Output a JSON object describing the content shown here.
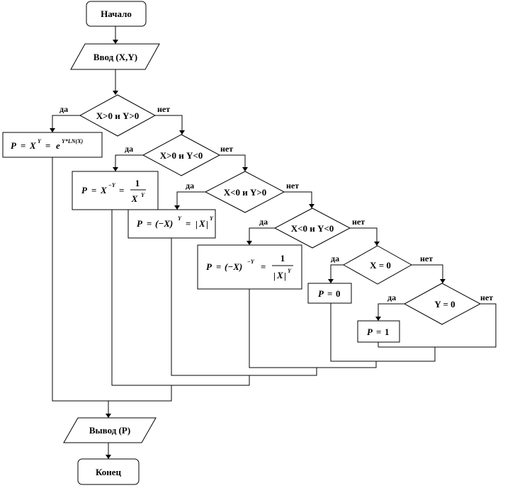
{
  "flowchart": {
    "start": "Начало",
    "input": "Ввод (X,Y)",
    "output": "Вывод (P)",
    "end": "Конец",
    "yes": "да",
    "no": "нет",
    "conditions": [
      "X>0 и Y>0",
      "X>0 и Y<0",
      "X<0 и Y>0",
      "X<0 и Y<0",
      "X = 0",
      "Y = 0"
    ],
    "formulas": {
      "p": "P",
      "eq": "=",
      "x": "X",
      "y": "Y",
      "neg_y": "−Y",
      "neg_x": "(−X)",
      "e": "e",
      "exp": "Y*LN(X)",
      "one": "1",
      "zero": "0",
      "abs_open": "|",
      "abs_close": "|"
    }
  }
}
